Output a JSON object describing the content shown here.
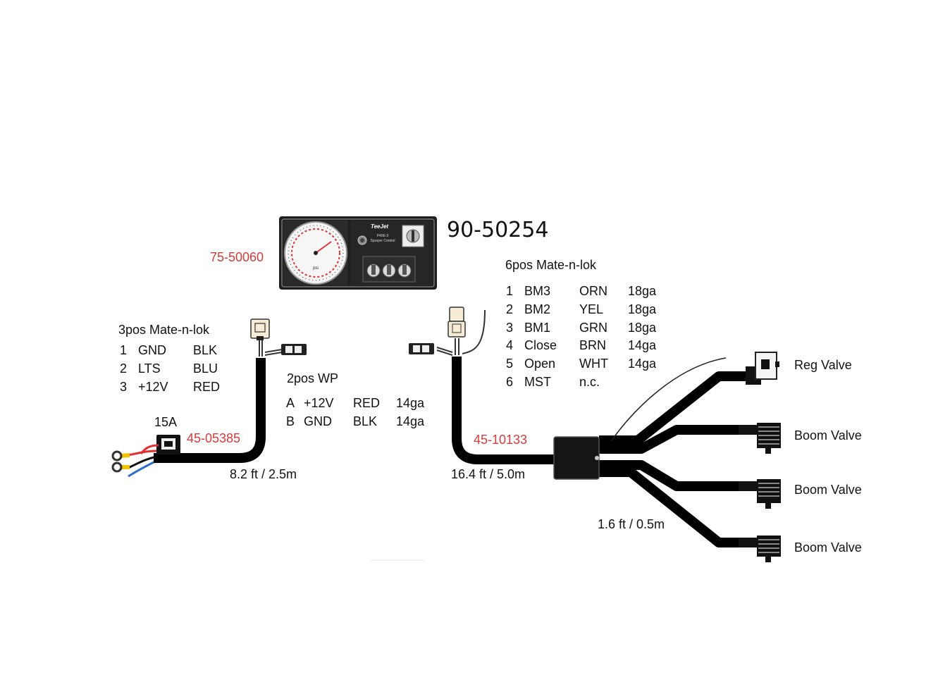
{
  "title": "90-50254",
  "console_part": "75-50060",
  "console_brand": "TeeJet",
  "console_model": "P40E-3",
  "console_subtitle": "Sprayer Control",
  "gauge_unit": "psi",
  "power_harness": {
    "part": "45-05385",
    "length": "8.2 ft / 2.5m",
    "fuse": "15A",
    "connector3": {
      "title": "3pos Mate-n-lok",
      "pins": [
        {
          "pin": "1",
          "signal": "GND",
          "color": "BLK"
        },
        {
          "pin": "2",
          "signal": "LTS",
          "color": "BLU"
        },
        {
          "pin": "3",
          "signal": "+12V",
          "color": "RED"
        }
      ]
    },
    "connector2": {
      "title": "2pos WP",
      "pins": [
        {
          "pin": "A",
          "signal": "+12V",
          "color": "RED",
          "gauge": "14ga"
        },
        {
          "pin": "B",
          "signal": "GND",
          "color": "BLK",
          "gauge": "14ga"
        }
      ]
    }
  },
  "valve_harness": {
    "part": "45-10133",
    "length": "16.4 ft / 5.0m",
    "branch_length": "1.6 ft / 0.5m",
    "connector6": {
      "title": "6pos Mate-n-lok",
      "pins": [
        {
          "pin": "1",
          "signal": "BM3",
          "color": "ORN",
          "gauge": "18ga"
        },
        {
          "pin": "2",
          "signal": "BM2",
          "color": "YEL",
          "gauge": "18ga"
        },
        {
          "pin": "3",
          "signal": "BM1",
          "color": "GRN",
          "gauge": "18ga"
        },
        {
          "pin": "4",
          "signal": "Close",
          "color": "BRN",
          "gauge": "14ga"
        },
        {
          "pin": "5",
          "signal": "Open",
          "color": "WHT",
          "gauge": "14ga"
        },
        {
          "pin": "6",
          "signal": "MST",
          "color": "n.c.",
          "gauge": ""
        }
      ]
    },
    "valves": [
      "Reg Valve",
      "Boom Valve",
      "Boom Valve",
      "Boom Valve"
    ]
  },
  "colors": {
    "part_number": "#d63a3a",
    "cable": "#000000",
    "wire_red": "#e03030",
    "wire_blue": "#2f6fc8",
    "ring_terminal": "#f2c400"
  }
}
